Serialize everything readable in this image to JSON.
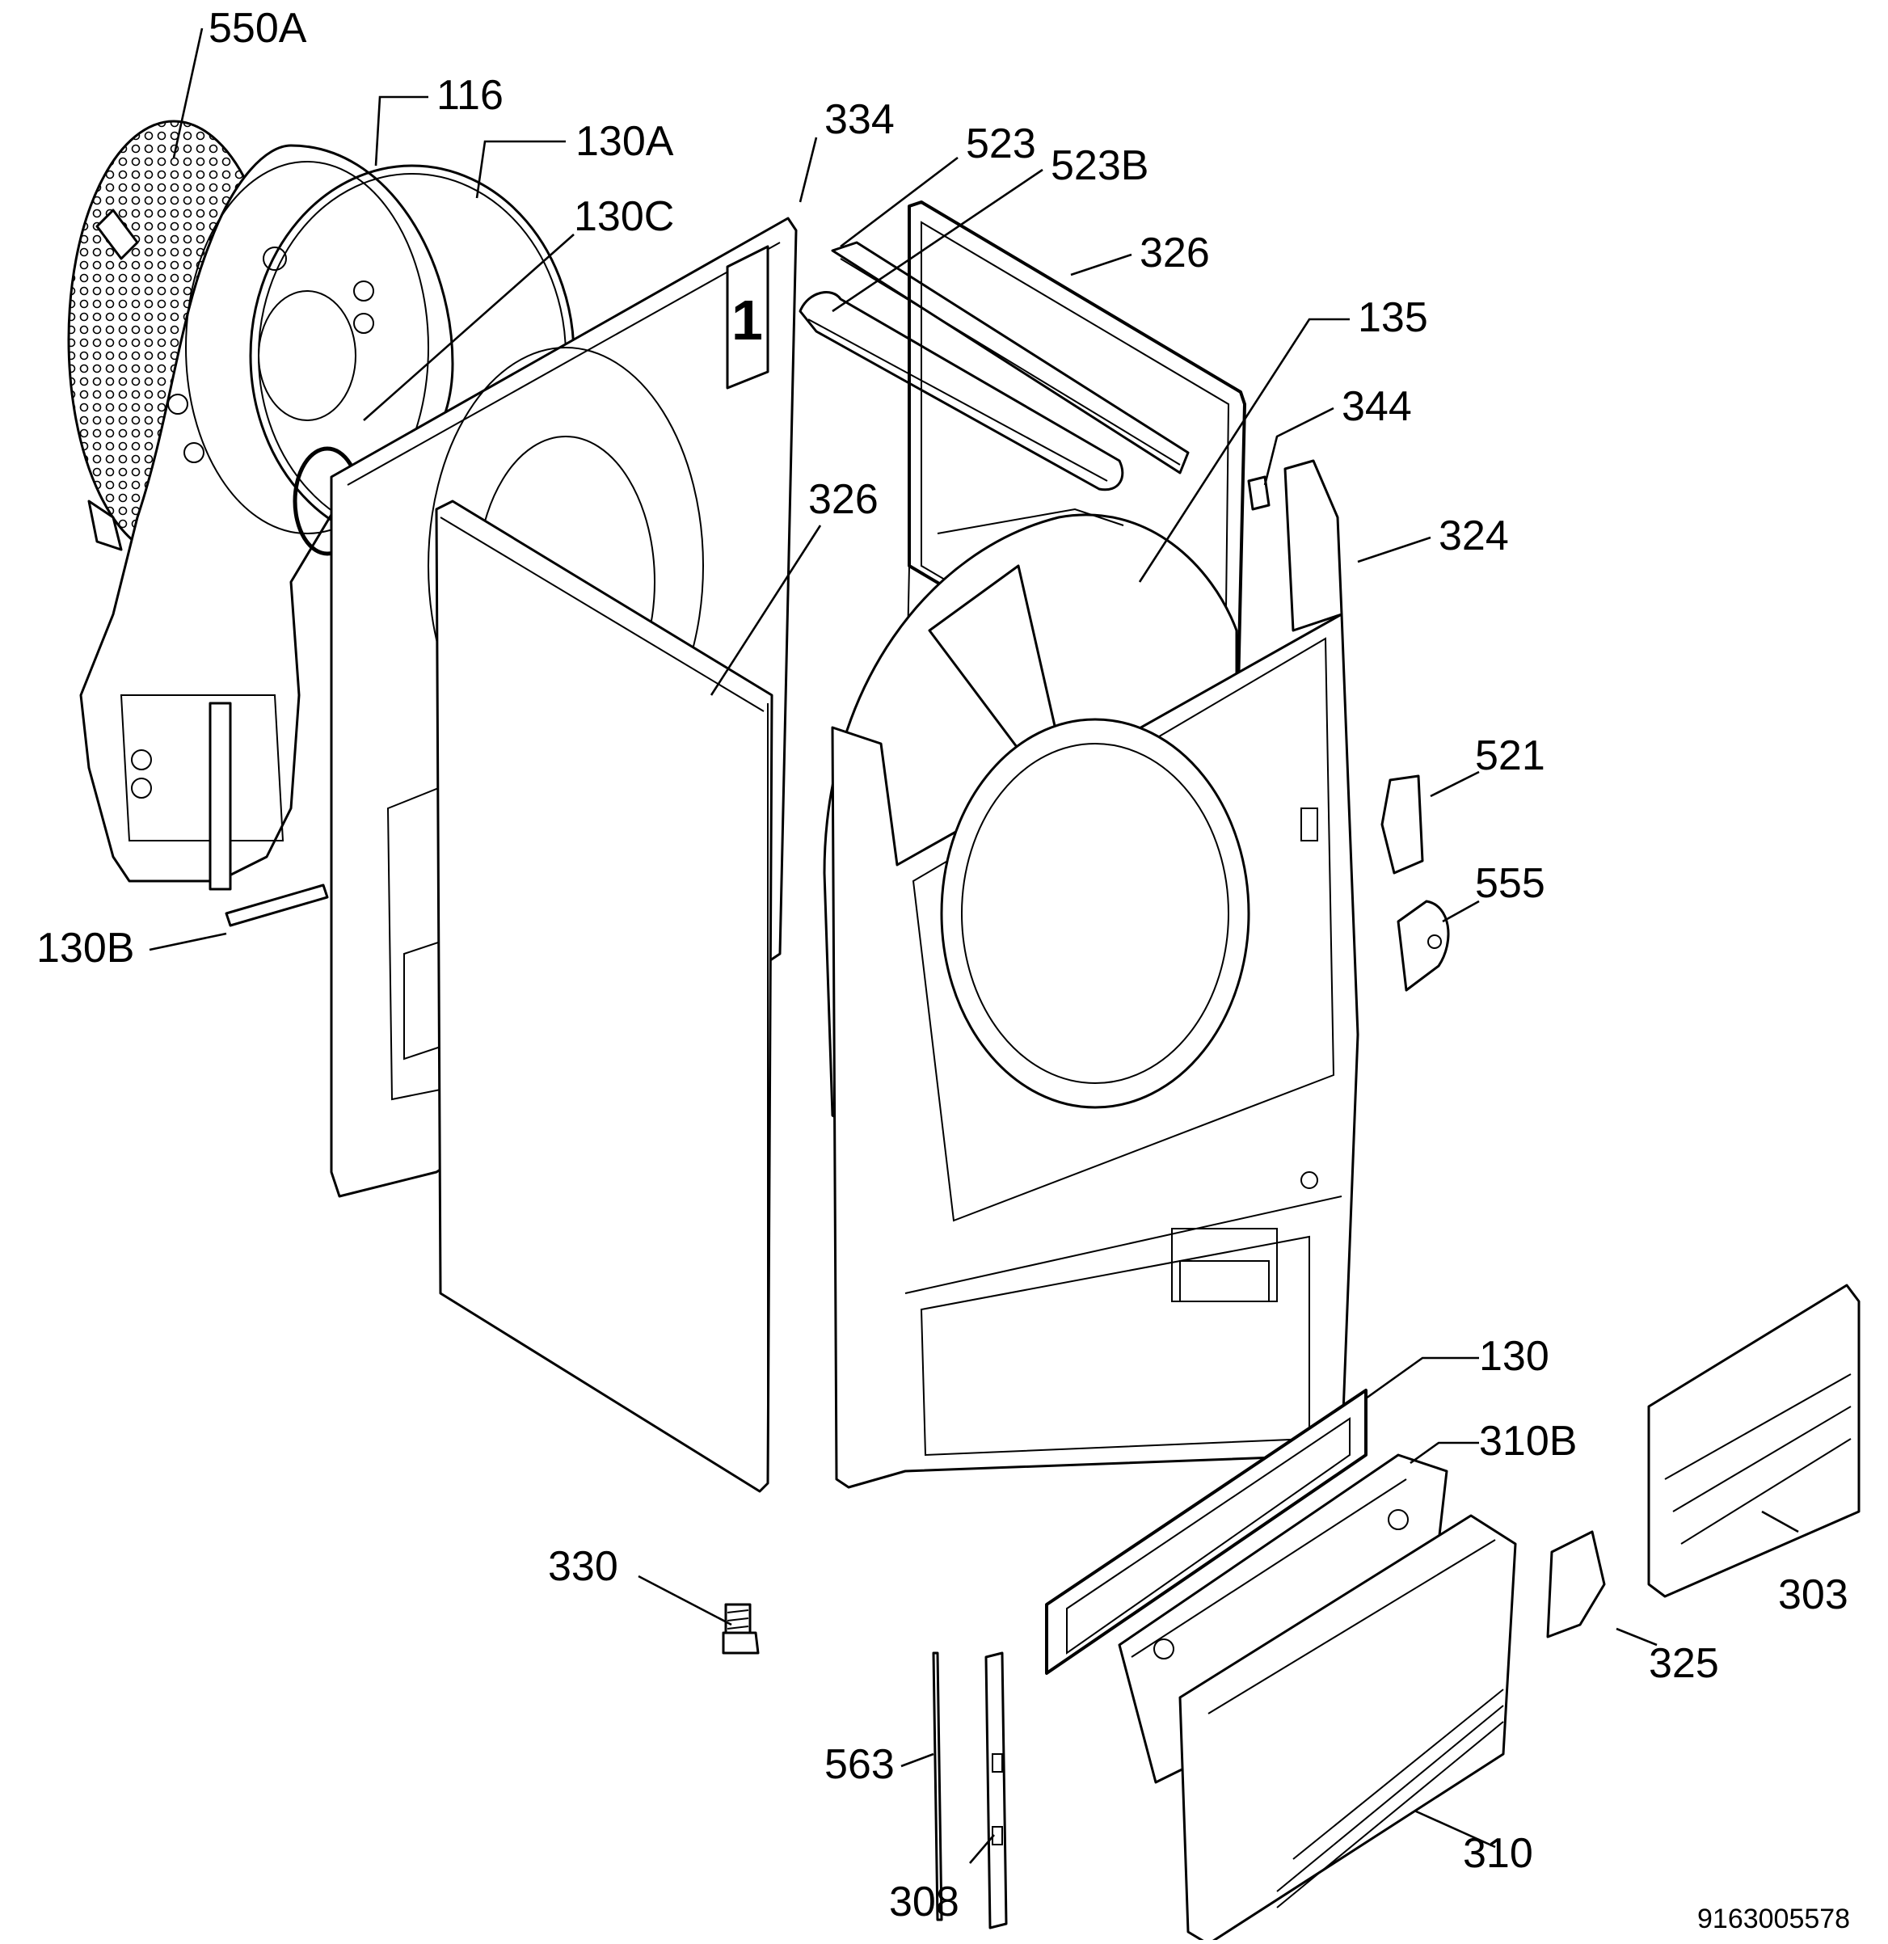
{
  "labels": {
    "l550A": "550A",
    "l116": "116",
    "l130A": "130A",
    "l130C": "130C",
    "l334": "334",
    "l523": "523",
    "l523B": "523B",
    "l326_top": "326",
    "l135": "135",
    "l344": "344",
    "l324": "324",
    "l326_mid": "326",
    "l521": "521",
    "l555": "555",
    "l130B": "130B",
    "l130": "130",
    "l310B": "310B",
    "l330": "330",
    "l303": "303",
    "l325": "325",
    "l563": "563",
    "l308": "308",
    "l310": "310"
  },
  "document_number": "9163005578"
}
